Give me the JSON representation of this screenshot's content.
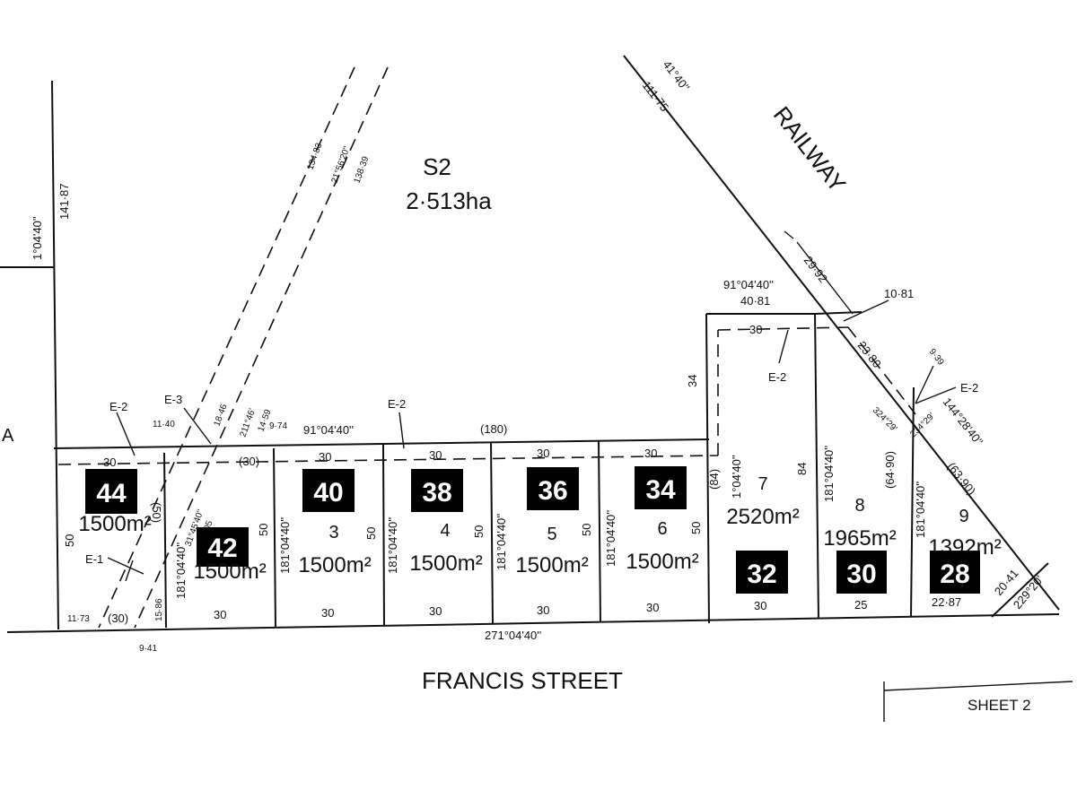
{
  "parcel": {
    "name": "S2",
    "area": "2·513ha"
  },
  "labels": {
    "railway": "RAILWAY",
    "street": "FRANCIS   STREET",
    "sheet": "SHEET 2",
    "left_edge": "A",
    "rail_dist": "111·75",
    "rail_bearing": "41°40''",
    "left_dist": "141·87",
    "left_bearing": "1°04'40''",
    "top_bearing": "91°04'40''",
    "top_180": "(180)",
    "bottom_bearing": "271°04'40''",
    "lot7_top_bearing": "91°04'40''",
    "lot7_top_dist": "40·81",
    "d_29_92": "29·92",
    "d_10_81": "10·81",
    "d_23_80": "23·80",
    "d_9_39": "9·39",
    "d_144": "144°28'40''",
    "d_63_90": "(63·90)",
    "d_64_90": "(64·90)",
    "d_324": "324°29'",
    "d_234": "234°29'",
    "d_20_41": "20·41",
    "d_229": "229°20'",
    "d_22_87": "22·87",
    "d_34": "34",
    "d_84": "84",
    "d_84p": "(84)",
    "d_7_bearing": "1°04'40''",
    "d_11_40": "11·40",
    "d_18_46": "18·46",
    "d_14_59": "14·59",
    "d_9_74": "9·74",
    "d_211": "211°46'",
    "d_30p": "(30)",
    "d_11_73": "11·73",
    "d_15_86": "15·86",
    "d_9_41": "9·41",
    "d_31": "31°45'40''",
    "d_35_05": "35·05",
    "d_50p": "(50)",
    "d_134": "134·83",
    "d_21": "21°56'20''",
    "d_138": "138·39",
    "e2": "E-2",
    "e3": "E-3",
    "e1": "E-1",
    "w30": "30",
    "w25": "25",
    "w50": "50",
    "b181": "181°04'40''"
  },
  "lots": [
    {
      "num": "",
      "house": "44",
      "area": "1500m²"
    },
    {
      "num": "",
      "house": "42",
      "area": "1500m²"
    },
    {
      "num": "3",
      "house": "40",
      "area": "1500m²"
    },
    {
      "num": "4",
      "house": "38",
      "area": "1500m²"
    },
    {
      "num": "5",
      "house": "36",
      "area": "1500m²"
    },
    {
      "num": "6",
      "house": "34",
      "area": "1500m²"
    },
    {
      "num": "7",
      "house": "32",
      "area": "2520m²"
    },
    {
      "num": "8",
      "house": "30",
      "area": "1965m²"
    },
    {
      "num": "9",
      "house": "28",
      "area": "1392m²"
    }
  ]
}
